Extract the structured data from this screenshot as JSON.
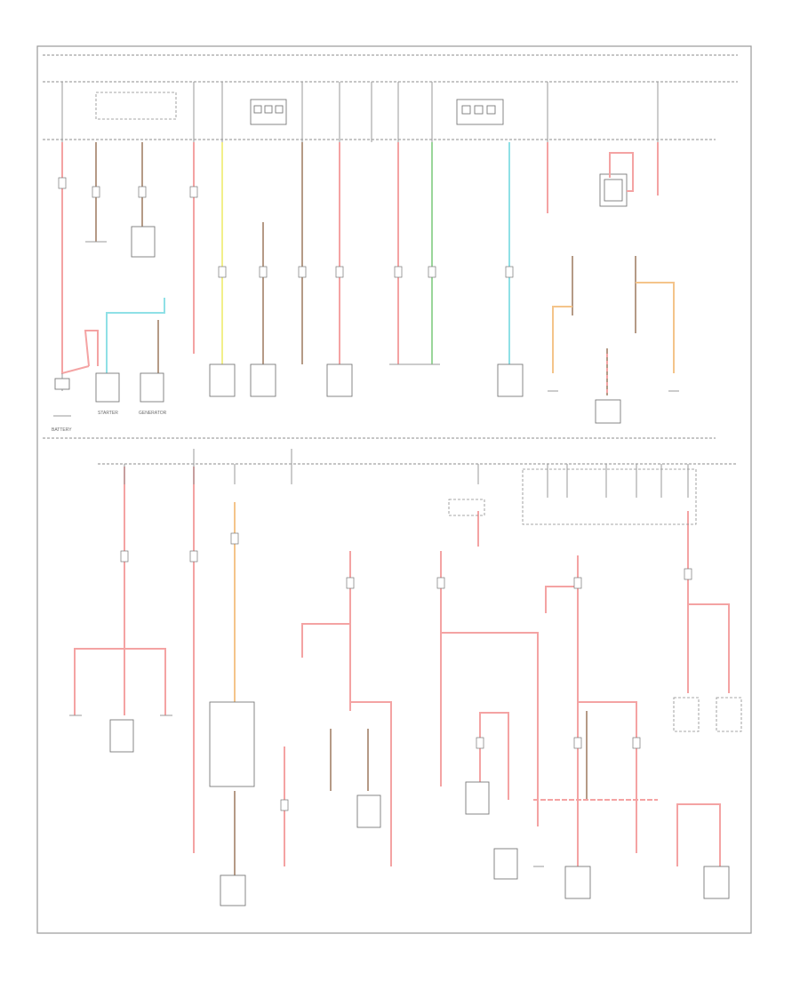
{
  "diagram": {
    "title": "",
    "battery_label": "BATTERY",
    "starter_label": "STARTER",
    "generator_label": "GENERATOR",
    "colors": {
      "red": "#f4a3a3",
      "pink": "#f6b8b8",
      "yellow": "#f2ef8a",
      "green": "#9ad69a",
      "cyan": "#8fe0e6",
      "orange": "#f4c48a",
      "brown": "#b59a86",
      "ground": "#a0a0a0"
    }
  }
}
